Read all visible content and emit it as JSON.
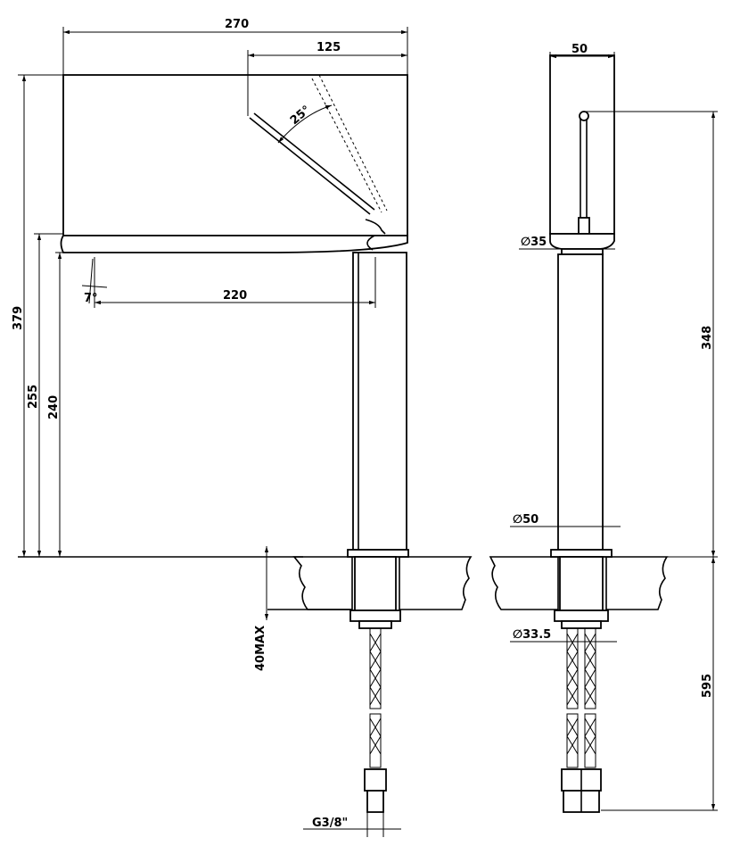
{
  "dimensions": {
    "front_width": "270",
    "lever_reach": "125",
    "lever_angle": "25°",
    "spout_reach": "220",
    "spout_tilt": "7°",
    "total_height": "379",
    "body_height": "255",
    "spout_height": "240",
    "mount_max": "40MAX",
    "thread": "G3/8\"",
    "side_width": "50",
    "lever_dia": "∅35",
    "side_height": "348",
    "base_dia": "∅50",
    "shank_dia": "∅33.5",
    "hose_length": "595"
  }
}
